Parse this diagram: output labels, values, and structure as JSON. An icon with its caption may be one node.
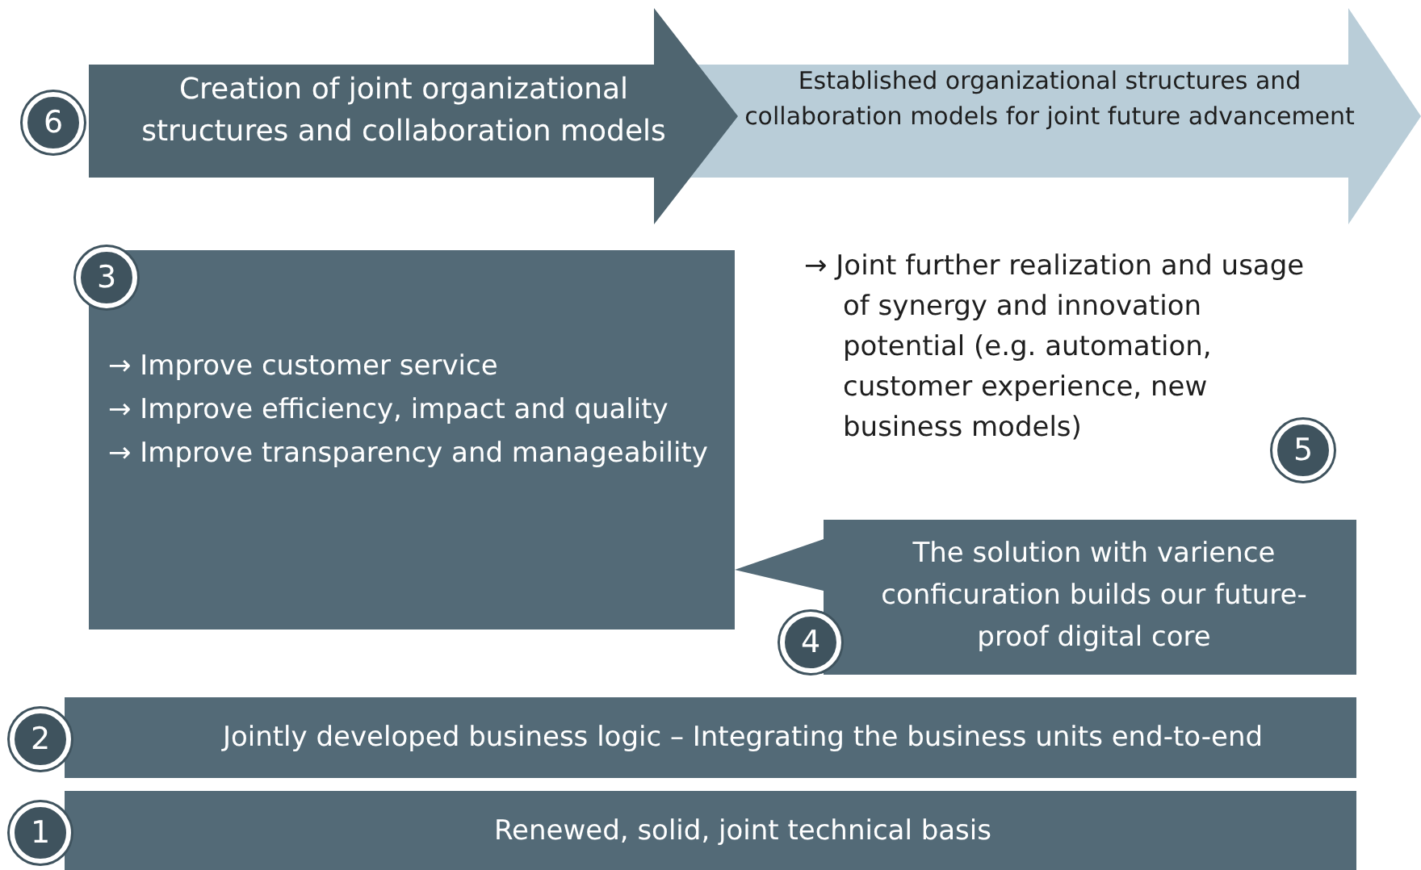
{
  "diagram": {
    "nodes": [
      {
        "text": [
          "6"
        ]
      },
      {
        "text": [
          "Creation of joint organizational structures and collaboration models"
        ]
      },
      {
        "text": [
          "Established organizational structures and collaboration models for joint future advancement"
        ]
      },
      {
        "text": [
          "→ Improve customer service",
          "→ Improve efficiency, impact and quality",
          "→ Improve transparency and manageability"
        ]
      },
      {
        "text": [
          "3"
        ],
        "in": 3
      },
      {
        "text": [
          "5"
        ]
      },
      {
        "text": [
          "The solution with varience conficuration builds our future-proof digital core"
        ]
      },
      {
        "text": [
          "4"
        ]
      },
      {
        "text": [
          "2"
        ]
      },
      {
        "text": [
          "Jointly developed business logic – Integrating the business units end-to-end"
        ]
      },
      {
        "text": [
          "1"
        ]
      },
      {
        "text": [
          "Renewed, solid, joint technical basis"
        ]
      }
    ],
    "labels": [
      "→ Joint further realization and usage of synergy and innovation potential (e.g. automation, customer experience, new business models)"
    ]
  }
}
